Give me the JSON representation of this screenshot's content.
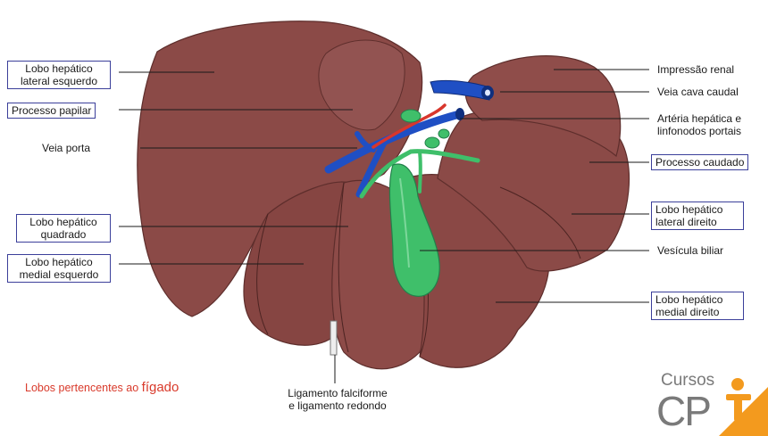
{
  "labels": {
    "lobo_lateral_esquerdo": [
      "Lobo hepático",
      "lateral esquerdo"
    ],
    "processo_papilar": "Processo papilar",
    "veia_porta": "Veia porta",
    "lobo_quadrado": [
      "Lobo hepático",
      "quadrado"
    ],
    "lobo_medial_esquerdo": [
      "Lobo hepático",
      "medial esquerdo"
    ],
    "impressao_renal": "Impressão renal",
    "veia_cava_caudal": "Veia cava caudal",
    "arteria_hepatica": [
      "Artéria hepática e",
      "linfonodos portais"
    ],
    "processo_caudado": "Processo caudado",
    "lobo_lateral_direito": [
      "Lobo hepático",
      "lateral direito"
    ],
    "vesicula_biliar": "Vesícula biliar",
    "lobo_medial_direito": [
      "Lobo hepático",
      "medial direito"
    ],
    "ligamento": [
      "Ligamento falciforme",
      "e ligamento redondo"
    ]
  },
  "caption": {
    "prefix": "Lobos pertencentes ao ",
    "emphasis": "fígado"
  },
  "logo": {
    "word": "Cursos",
    "letters": "CP"
  },
  "colors": {
    "liver": "#8b4a47",
    "liver_dark": "#5e2e2c",
    "vein": "#1f4fc4",
    "artery": "#d8362c",
    "bile": "#3fbf6a",
    "box_border": "#3b3f9a",
    "caption": "#d93a2b",
    "logo_orange": "#f39a1e",
    "logo_gray": "#7a7a7a"
  }
}
